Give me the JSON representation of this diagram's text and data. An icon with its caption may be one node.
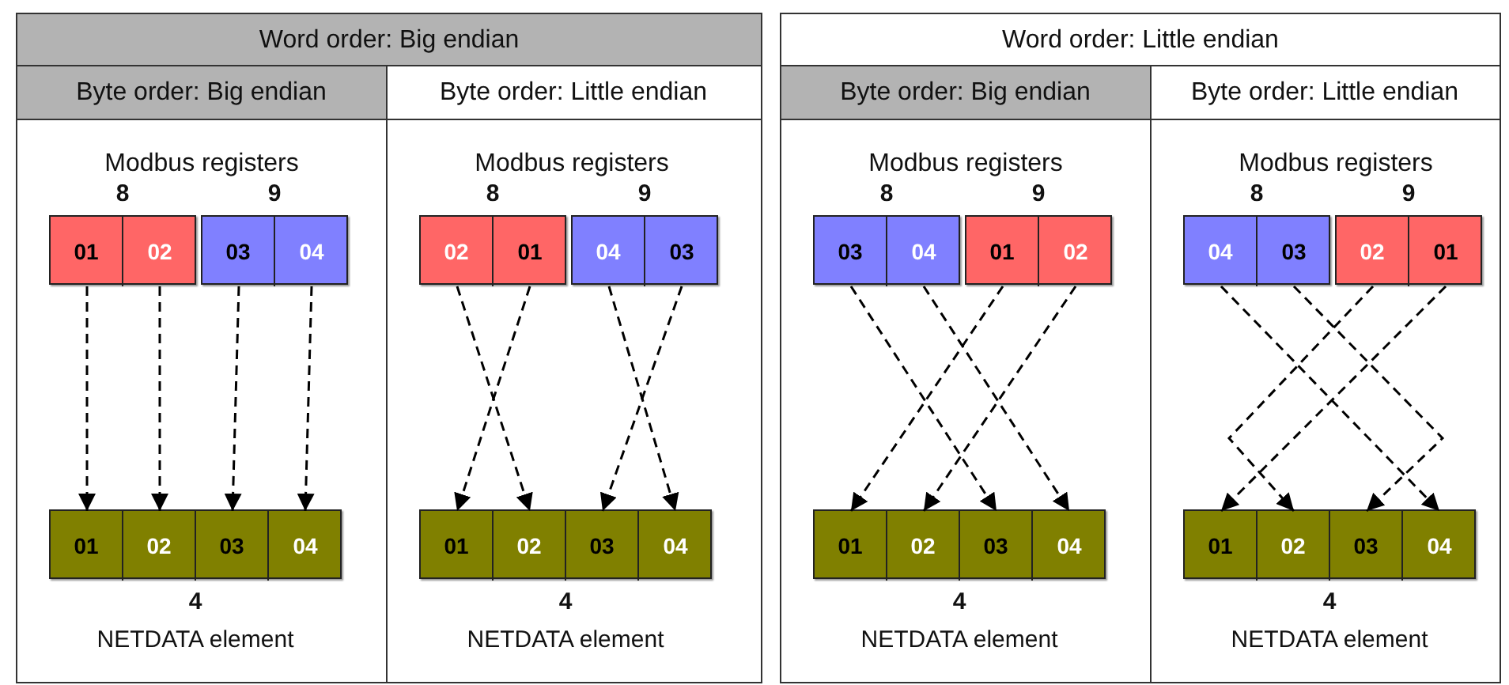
{
  "diagram": {
    "nodes": [
      {
        "text": [
          "Word order: Big endian"
        ]
      },
      {
        "text": [
          "Byte order: Big endian"
        ],
        "in": 0
      },
      {
        "text": [],
        "shape": "box",
        "beside": [
          "8"
        ],
        "in": 1
      },
      {
        "text": [
          "01"
        ],
        "in": 2
      },
      {
        "text": [
          "02"
        ],
        "in": 2
      },
      {
        "text": [],
        "shape": "box",
        "beside": [
          "9"
        ],
        "in": 1
      },
      {
        "text": [
          "03"
        ],
        "in": 5
      },
      {
        "text": [
          "04"
        ],
        "in": 5
      },
      {
        "text": [],
        "shape": "box",
        "beside": [
          "4",
          "NETDATA element"
        ],
        "in": 1
      },
      {
        "text": [
          "01"
        ],
        "in": 8
      },
      {
        "text": [
          "02"
        ],
        "in": 8
      },
      {
        "text": [
          "03"
        ],
        "in": 8
      },
      {
        "text": [
          "04"
        ],
        "in": 8
      },
      {
        "text": [
          "Byte order: Little endian"
        ],
        "in": 0
      },
      {
        "text": [],
        "shape": "box",
        "beside": [
          "8"
        ],
        "in": 13
      },
      {
        "text": [
          "02"
        ],
        "in": 14
      },
      {
        "text": [
          "01"
        ],
        "in": 14
      },
      {
        "text": [],
        "shape": "box",
        "beside": [
          "9"
        ],
        "in": 13
      },
      {
        "text": [
          "04"
        ],
        "in": 17
      },
      {
        "text": [
          "03"
        ],
        "in": 17
      },
      {
        "text": [],
        "shape": "box",
        "beside": [
          "4",
          "NETDATA element"
        ],
        "in": 13
      },
      {
        "text": [
          "01"
        ],
        "in": 20
      },
      {
        "text": [
          "02"
        ],
        "in": 20
      },
      {
        "text": [
          "03"
        ],
        "in": 20
      },
      {
        "text": [
          "04"
        ],
        "in": 20
      },
      {
        "text": [
          "Word order: Little endian"
        ]
      },
      {
        "text": [
          "Byte order: Big endian"
        ],
        "in": 25
      },
      {
        "text": [],
        "shape": "box",
        "beside": [
          "8"
        ],
        "in": 26
      },
      {
        "text": [
          "03"
        ],
        "in": 27
      },
      {
        "text": [
          "04"
        ],
        "in": 27
      },
      {
        "text": [],
        "shape": "box",
        "beside": [
          "9"
        ],
        "in": 26
      },
      {
        "text": [
          "01"
        ],
        "in": 30
      },
      {
        "text": [
          "02"
        ],
        "in": 30
      },
      {
        "text": [],
        "shape": "box",
        "beside": [
          "4",
          "NETDATA element"
        ],
        "in": 26
      },
      {
        "text": [
          "01"
        ],
        "in": 33
      },
      {
        "text": [
          "02"
        ],
        "in": 33
      },
      {
        "text": [
          "03"
        ],
        "in": 33
      },
      {
        "text": [
          "04"
        ],
        "in": 33
      },
      {
        "text": [
          "Byte order: Little endian"
        ],
        "in": 25
      },
      {
        "text": [],
        "shape": "box",
        "beside": [
          "8"
        ],
        "in": 38
      },
      {
        "text": [
          "04"
        ],
        "in": 39
      },
      {
        "text": [
          "03"
        ],
        "in": 39
      },
      {
        "text": [],
        "shape": "box",
        "beside": [
          "9"
        ],
        "in": 38
      },
      {
        "text": [
          "02"
        ],
        "in": 42
      },
      {
        "text": [
          "01"
        ],
        "in": 42
      },
      {
        "text": [],
        "shape": "box",
        "beside": [
          "4",
          "NETDATA element"
        ],
        "in": 38
      },
      {
        "text": [
          "01"
        ],
        "in": 45
      },
      {
        "text": [
          "02"
        ],
        "in": 45
      },
      {
        "text": [
          "03"
        ],
        "in": 45
      },
      {
        "text": [
          "04"
        ],
        "in": 45
      }
    ],
    "edges": [
      {
        "from": 3,
        "to": 9,
        "arrow": "to",
        "style": "dashed"
      },
      {
        "from": 4,
        "to": 10,
        "arrow": "to",
        "style": "dashed"
      },
      {
        "from": 6,
        "to": 11,
        "arrow": "to",
        "style": "dashed"
      },
      {
        "from": 7,
        "to": 12,
        "arrow": "to",
        "style": "dashed"
      },
      {
        "from": 15,
        "to": 22,
        "arrow": "to",
        "style": "dashed"
      },
      {
        "from": 16,
        "to": 21,
        "arrow": "to",
        "style": "dashed"
      },
      {
        "from": 18,
        "to": 24,
        "arrow": "to",
        "style": "dashed"
      },
      {
        "from": 19,
        "to": 23,
        "arrow": "to",
        "style": "dashed"
      },
      {
        "from": 28,
        "to": 36,
        "arrow": "to",
        "style": "dashed"
      },
      {
        "from": 29,
        "to": 37,
        "arrow": "to",
        "style": "dashed"
      },
      {
        "from": 31,
        "to": 34,
        "arrow": "to",
        "style": "dashed"
      },
      {
        "from": 32,
        "to": 35,
        "arrow": "to",
        "style": "dashed"
      },
      {
        "from": 40,
        "to": 49,
        "arrow": "to",
        "style": "dashed"
      },
      {
        "from": 41,
        "to": 48,
        "arrow": "to",
        "style": "dashed"
      },
      {
        "from": 43,
        "to": 47,
        "arrow": "to",
        "style": "dashed"
      },
      {
        "from": 44,
        "to": 46,
        "arrow": "to",
        "style": "dashed"
      }
    ],
    "labels": [
      "Modbus registers",
      "Modbus registers",
      "Modbus registers",
      "Modbus registers"
    ]
  }
}
